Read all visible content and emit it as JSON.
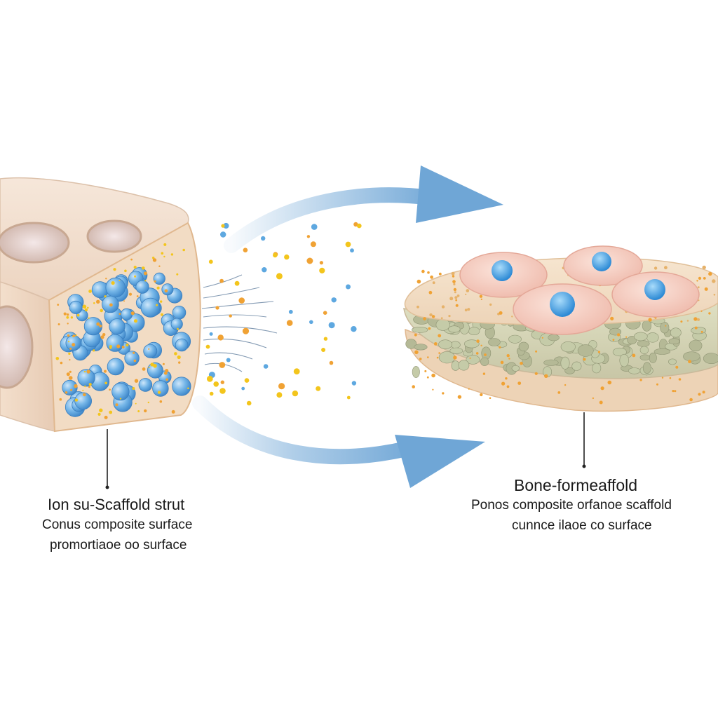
{
  "left_label": {
    "title": "Ion su-Scaffold strut",
    "line1": "Conus composite surface",
    "line2": "promortiaoe oo surface"
  },
  "right_label": {
    "title": "Bone-formeaffold",
    "line1": "Ponos  composite orfanoe scaffold",
    "line2": "cunnce ilaoe co surface"
  },
  "colors": {
    "arrow": "#6fa6d6",
    "scaffold_body": "#f1dccb",
    "scaffold_shadow": "#d9bba5",
    "bead_blue": "#5ea8e0",
    "ion_orange": "#f0a234",
    "ion_yellow": "#f3c51c",
    "cell_pink": "#f5c9bd",
    "nucleus_blue": "#3d9ee0",
    "disc_granules": "#c9cfae"
  }
}
